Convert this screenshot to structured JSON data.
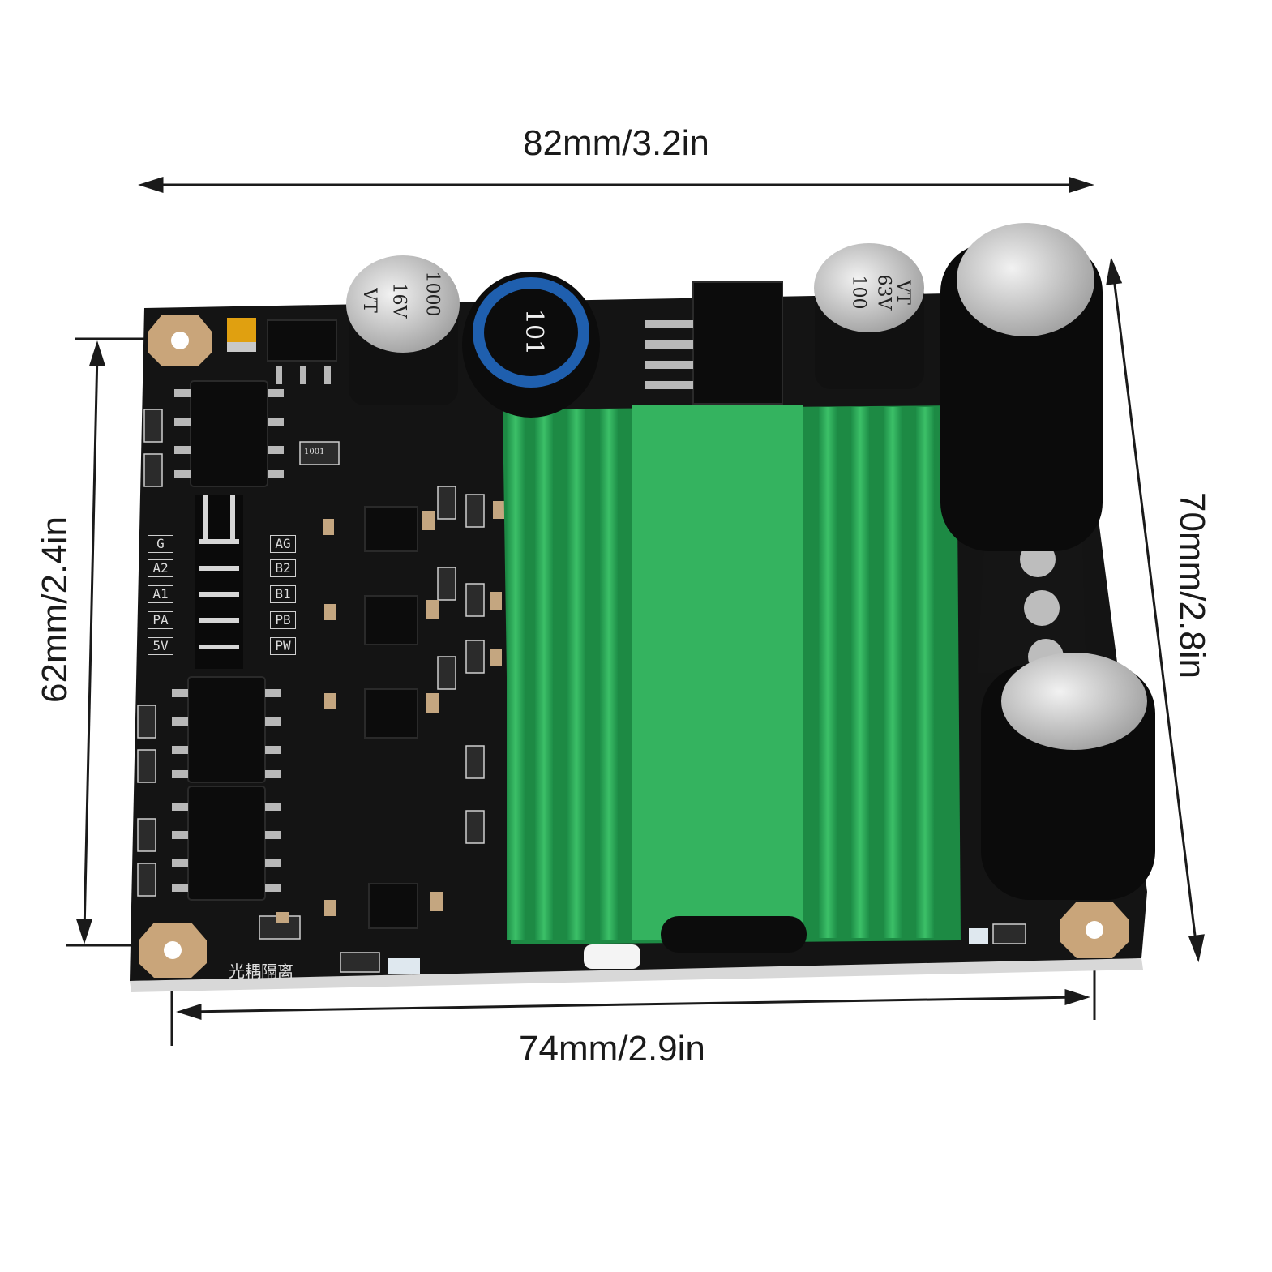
{
  "dimensions": {
    "width_top": "82mm/3.2in",
    "width_bottom": "74mm/2.9in",
    "height_left": "62mm/2.4in",
    "height_right": "70mm/2.8in"
  },
  "board": {
    "pins_left": [
      "G",
      "A2",
      "A1",
      "PA",
      "5V"
    ],
    "pins_right": [
      "AG",
      "B2",
      "B1",
      "PB",
      "PW"
    ],
    "capacitor_small_left": {
      "line1": "1000",
      "line2": "16V",
      "line3": "VT"
    },
    "capacitor_small_right": {
      "line1": "100",
      "line2": "63V",
      "line3": "VT"
    },
    "inductor_label": "101",
    "isolation_label": "光耦隔离",
    "resistor_code": "1001",
    "colors": {
      "pcb": "#141414",
      "heatsink": "#2fb05a",
      "heatsink_dark": "#1d8a44",
      "mount_pad": "#c9a57a",
      "capacitor_sleeve": "#111111",
      "capacitor_top": "#c8c8c8"
    }
  }
}
